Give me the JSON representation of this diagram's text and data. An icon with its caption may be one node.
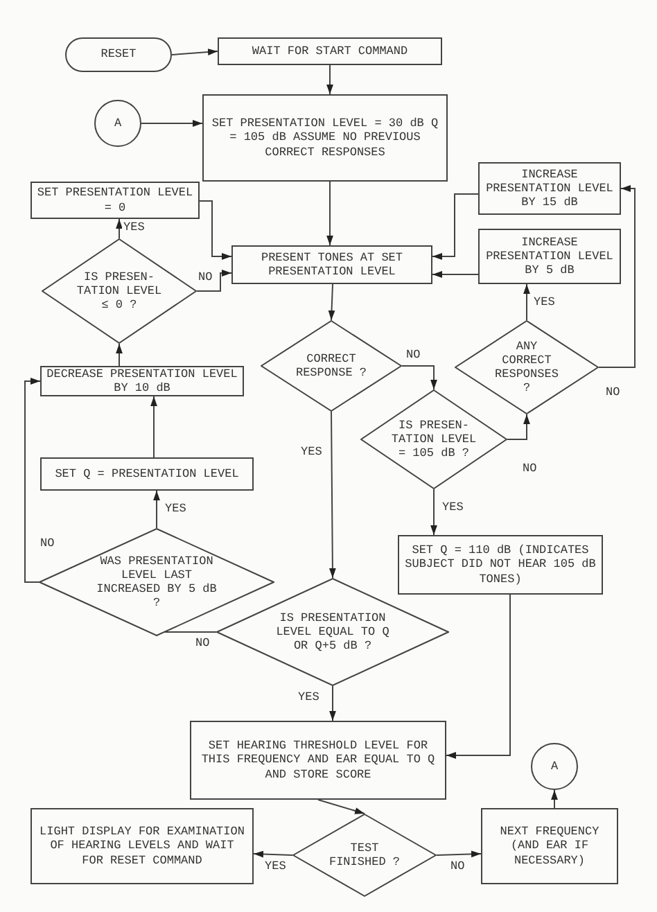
{
  "diagram": {
    "nodes": [
      {
        "text": [
          "RESET"
        ]
      },
      {
        "text": [
          "WAIT FOR START COMMAND"
        ]
      },
      {
        "text": [
          "A"
        ]
      },
      {
        "text": [
          "SET PRESENTATION LEVEL = 30 dB Q = 105 dB ASSUME NO PREVIOUS CORRECT RESPONSES"
        ]
      },
      {
        "text": [
          "SET PRESENTATION LEVEL = 0"
        ]
      },
      {
        "text": [
          "INCREASE PRESENTATION LEVEL BY 15 dB"
        ]
      },
      {
        "text": [
          "PRESENT TONES AT SET PRESENTATION LEVEL"
        ]
      },
      {
        "text": [
          "INCREASE PRESENTATION LEVEL BY 5 dB"
        ]
      },
      {
        "text": [
          "IS PRESEN- TATION LEVEL ≤ 0 ?"
        ]
      },
      {
        "text": [
          "CORRECT RESPONSE ?"
        ]
      },
      {
        "text": [
          "ANY CORRECT RESPONSES ?"
        ]
      },
      {
        "text": [
          "DECREASE PRESENTATION LEVEL BY 10 dB"
        ]
      },
      {
        "text": [
          "IS PRESEN- TATION LEVEL = 105 dB ?"
        ]
      },
      {
        "text": [
          "SET Q = PRESENTATION LEVEL"
        ]
      },
      {
        "text": [
          "SET Q = 110 dB (INDICATES SUBJECT DID NOT HEAR 105 dB TONES)"
        ]
      },
      {
        "text": [
          "WAS PRESENTATION LEVEL LAST INCREASED BY 5 dB ?"
        ]
      },
      {
        "text": [
          "IS PRESENTATION LEVEL EQUAL TO Q OR Q+5 dB ?"
        ]
      },
      {
        "text": [
          "SET HEARING THRESHOLD LEVEL FOR THIS FREQUENCY AND EAR EQUAL TO Q AND STORE SCORE"
        ]
      },
      {
        "text": [
          "LIGHT DISPLAY FOR EXAMINATION OF HEARING LEVELS AND WAIT FOR RESET COMMAND"
        ]
      },
      {
        "text": [
          "TEST FINISHED ?"
        ]
      },
      {
        "text": [
          "NEXT FREQUENCY (AND EAR IF NECESSARY)"
        ]
      },
      {
        "text": [
          "A"
        ]
      }
    ],
    "edges": [
      {
        "from": 0,
        "to": 1,
        "arrow": "to"
      },
      {
        "from": 1,
        "to": 3,
        "arrow": "to"
      },
      {
        "from": 2,
        "to": 3,
        "arrow": "to"
      },
      {
        "from": 3,
        "to": 6,
        "arrow": "to"
      },
      {
        "from": 4,
        "to": 6,
        "arrow": "to"
      },
      {
        "from": 8,
        "to": 6,
        "arrow": "to",
        "label": "NO"
      },
      {
        "from": 5,
        "to": 6,
        "arrow": "to"
      },
      {
        "from": 7,
        "to": 6,
        "arrow": "to"
      },
      {
        "from": 6,
        "to": 9,
        "arrow": "to"
      },
      {
        "from": 8,
        "to": 4,
        "arrow": "to",
        "label": "YES"
      },
      {
        "from": 11,
        "to": 8,
        "arrow": "to"
      },
      {
        "from": 13,
        "to": 11,
        "arrow": "to"
      },
      {
        "from": 15,
        "to": 13,
        "arrow": "to",
        "label": "YES"
      },
      {
        "from": 15,
        "to": 11,
        "arrow": "to",
        "label": "NO"
      },
      {
        "from": 9,
        "to": 12,
        "arrow": "to",
        "label": "NO"
      },
      {
        "from": 9,
        "to": 16,
        "arrow": "to",
        "label": "YES"
      },
      {
        "from": 12,
        "to": 10,
        "arrow": "to",
        "label": "NO"
      },
      {
        "from": 10,
        "to": 7,
        "arrow": "to",
        "label": "YES"
      },
      {
        "from": 10,
        "to": 5,
        "arrow": "to",
        "label": "NO"
      },
      {
        "from": 12,
        "to": 14,
        "arrow": "to",
        "label": "YES"
      },
      {
        "from": 16,
        "to": 15,
        "arrow": "to",
        "label": "NO"
      },
      {
        "from": 16,
        "to": 17,
        "arrow": "to",
        "label": "YES"
      },
      {
        "from": 14,
        "to": 17,
        "arrow": "to"
      },
      {
        "from": 17,
        "to": 19,
        "arrow": "to"
      },
      {
        "from": 19,
        "to": 18,
        "arrow": "to",
        "label": "YES"
      },
      {
        "from": 19,
        "to": 20,
        "arrow": "to",
        "label": "NO"
      },
      {
        "from": 20,
        "to": 21,
        "arrow": "to"
      }
    ]
  }
}
